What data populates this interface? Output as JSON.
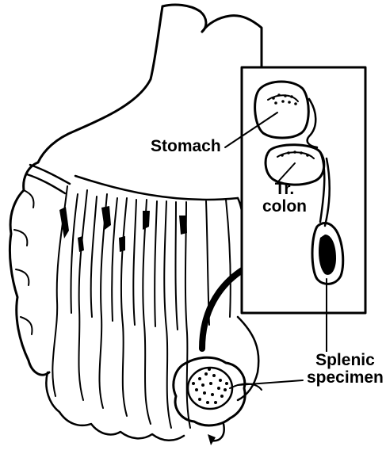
{
  "labels": {
    "stomach": "Stomach",
    "colon_line1": "Tr.",
    "colon_line2": "colon",
    "splenic_line1": "Splenic",
    "splenic_line2": "specimen"
  },
  "colors": {
    "ink": "#000000",
    "paper": "#ffffff"
  }
}
